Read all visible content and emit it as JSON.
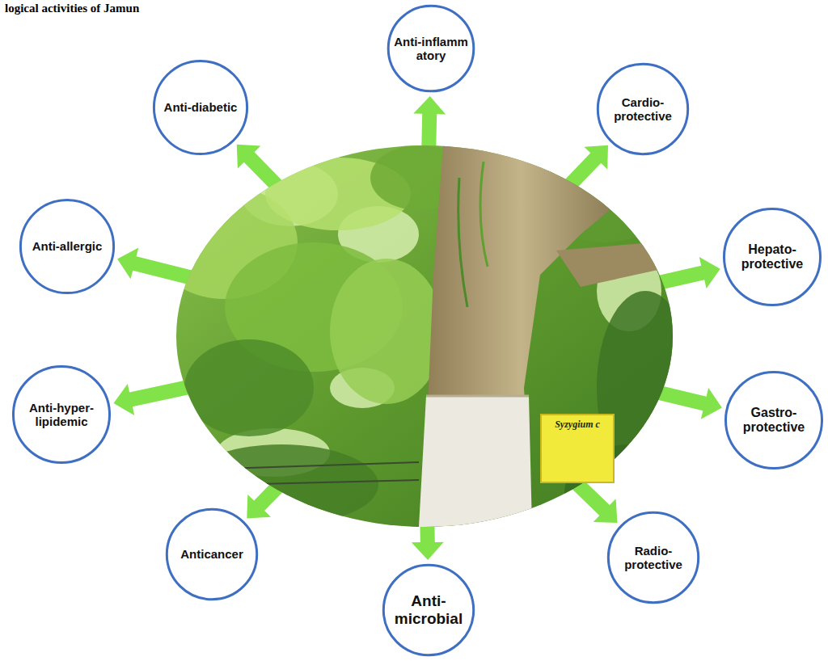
{
  "diagram": {
    "title": "logical activities of Jamun",
    "nodes": [
      {
        "text": [
          "Syzygium c"
        ]
      },
      {
        "text": [
          "Anti-inflamm atory"
        ]
      },
      {
        "text": [
          "Cardio- protective"
        ]
      },
      {
        "text": [
          "Hepato- protective"
        ]
      },
      {
        "text": [
          "Gastro- protective"
        ]
      },
      {
        "text": [
          "Radio- protective"
        ]
      },
      {
        "text": [
          "Anti- microbial"
        ]
      },
      {
        "text": [
          "Anticancer"
        ]
      },
      {
        "text": [
          "Anti-hyper- lipidemic"
        ]
      },
      {
        "text": [
          "Anti-allergic"
        ]
      },
      {
        "text": [
          "Anti-diabetic"
        ]
      }
    ],
    "edges": [
      {
        "from": 0,
        "to": 1,
        "arrow": "to"
      },
      {
        "from": 0,
        "to": 2,
        "arrow": "to"
      },
      {
        "from": 0,
        "to": 3,
        "arrow": "to"
      },
      {
        "from": 0,
        "to": 4,
        "arrow": "to"
      },
      {
        "from": 0,
        "to": 5,
        "arrow": "to"
      },
      {
        "from": 0,
        "to": 6,
        "arrow": "to"
      },
      {
        "from": 0,
        "to": 7,
        "arrow": "to"
      },
      {
        "from": 0,
        "to": 8,
        "arrow": "to"
      },
      {
        "from": 0,
        "to": 9,
        "arrow": "to"
      },
      {
        "from": 0,
        "to": 10,
        "arrow": "to"
      }
    ]
  }
}
